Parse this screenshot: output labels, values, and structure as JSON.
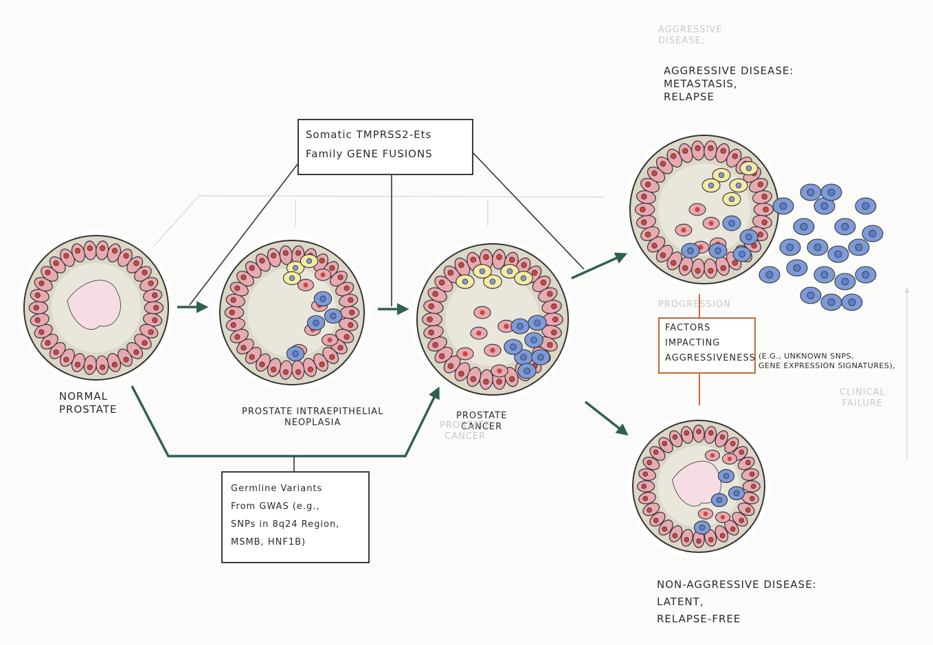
{
  "stages": {
    "normal": {
      "label_line1": "Normal",
      "label_line2": "Prostate"
    },
    "pin": {
      "label_line1": "Prostate Intraepithelial",
      "label_line2": "Neoplasia"
    },
    "cancer": {
      "label_line1": "Prostate",
      "label_line2": "Cancer"
    }
  },
  "somatic_box": {
    "line1": "Somatic TMPRSS2-Ets",
    "line2": "Family GENE FUSIONS"
  },
  "germline_box": {
    "line1": "Germline Variants",
    "line2": "From GWAS (e.g.,",
    "line3": "SNPs in 8q24 Region,",
    "line4": "MSMB, HNF1B)"
  },
  "aggressive": {
    "line1": "Aggressive Disease:",
    "line2": "Metastasis,",
    "line3": "Relapse"
  },
  "nonaggressive": {
    "line1": "Non-Aggressive Disease:",
    "line2": "Latent,",
    "line3": "Relapse-Free"
  },
  "factors_box": {
    "line1": "Factors",
    "line2": "Impacting",
    "line3": "Aggressiveness"
  },
  "factors_note": {
    "line1": "(e.g., unknown SNPs,",
    "line2": "gene expression signatures),"
  },
  "faint_text": {
    "top_line1": "Aggressive",
    "top_line2": "Disease;",
    "progression": "Progression",
    "clinical_line1": "Clinical",
    "clinical_line2": "Failure",
    "cancer_line1": "Prostate",
    "cancer_line2": "Cancer"
  },
  "colors": {
    "arrow": "#2f5f55",
    "lumen": "#f6dde4",
    "cell_fill": "#e7a9b2",
    "nucleus": "#c9473f",
    "stroma": "#dcd8c8",
    "yellow_cell": "#f5eaa5",
    "blue_cell": "#7e9bd8",
    "factor_border": "#c0683a"
  }
}
